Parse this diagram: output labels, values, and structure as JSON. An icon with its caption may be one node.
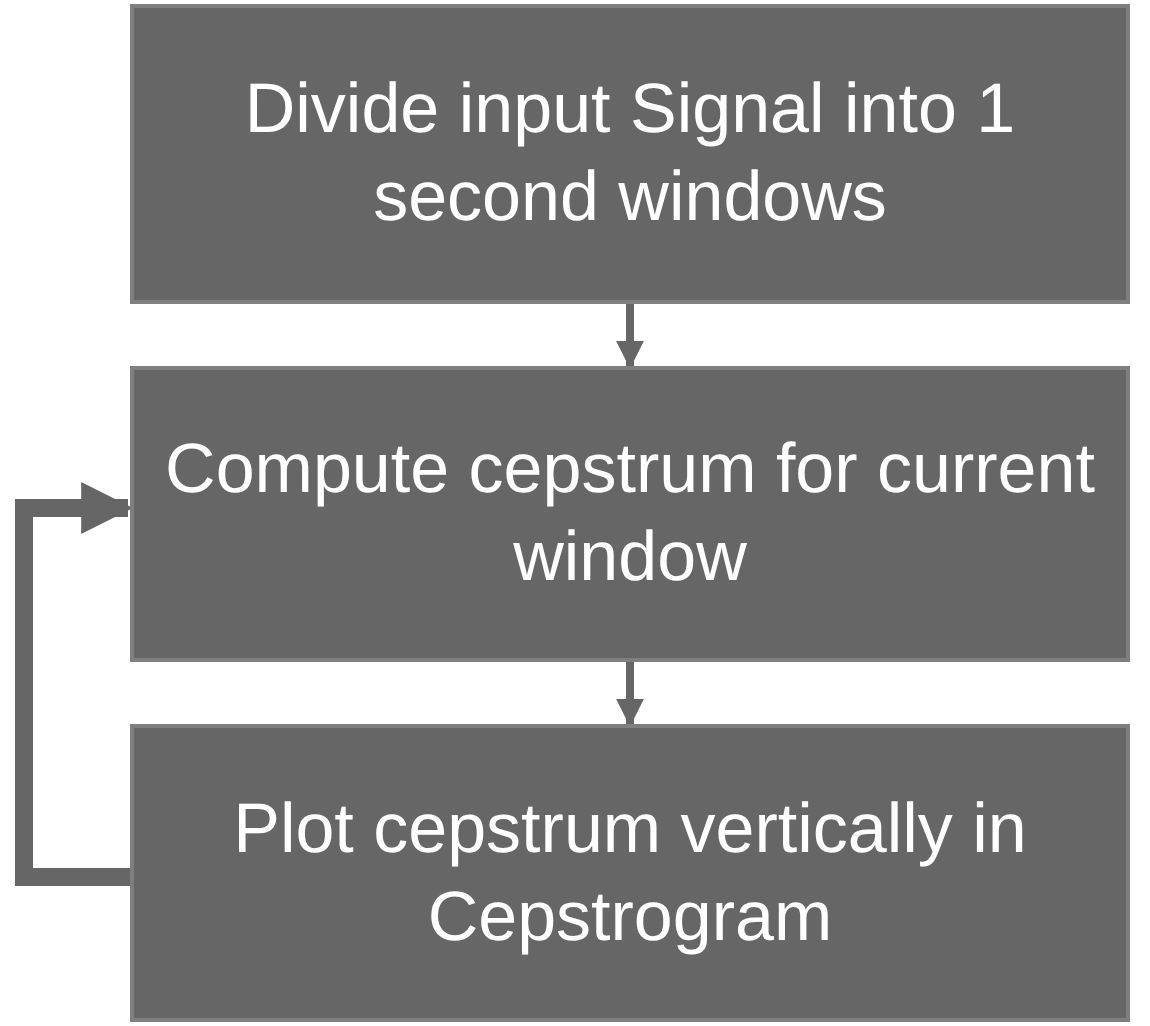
{
  "diagram": {
    "nodes": [
      {
        "text": [
          "Divide input Signal into 1 second windows"
        ]
      },
      {
        "text": [
          "Compute cepstrum for current window"
        ]
      },
      {
        "text": [
          "Plot cepstrum vertically in Cepstrogram"
        ]
      }
    ],
    "edges": [
      {
        "from": 0,
        "to": 1,
        "arrow": "to"
      },
      {
        "from": 1,
        "to": 2,
        "arrow": "to"
      },
      {
        "from": 2,
        "to": 1,
        "arrow": "to",
        "style": "thick"
      }
    ]
  }
}
